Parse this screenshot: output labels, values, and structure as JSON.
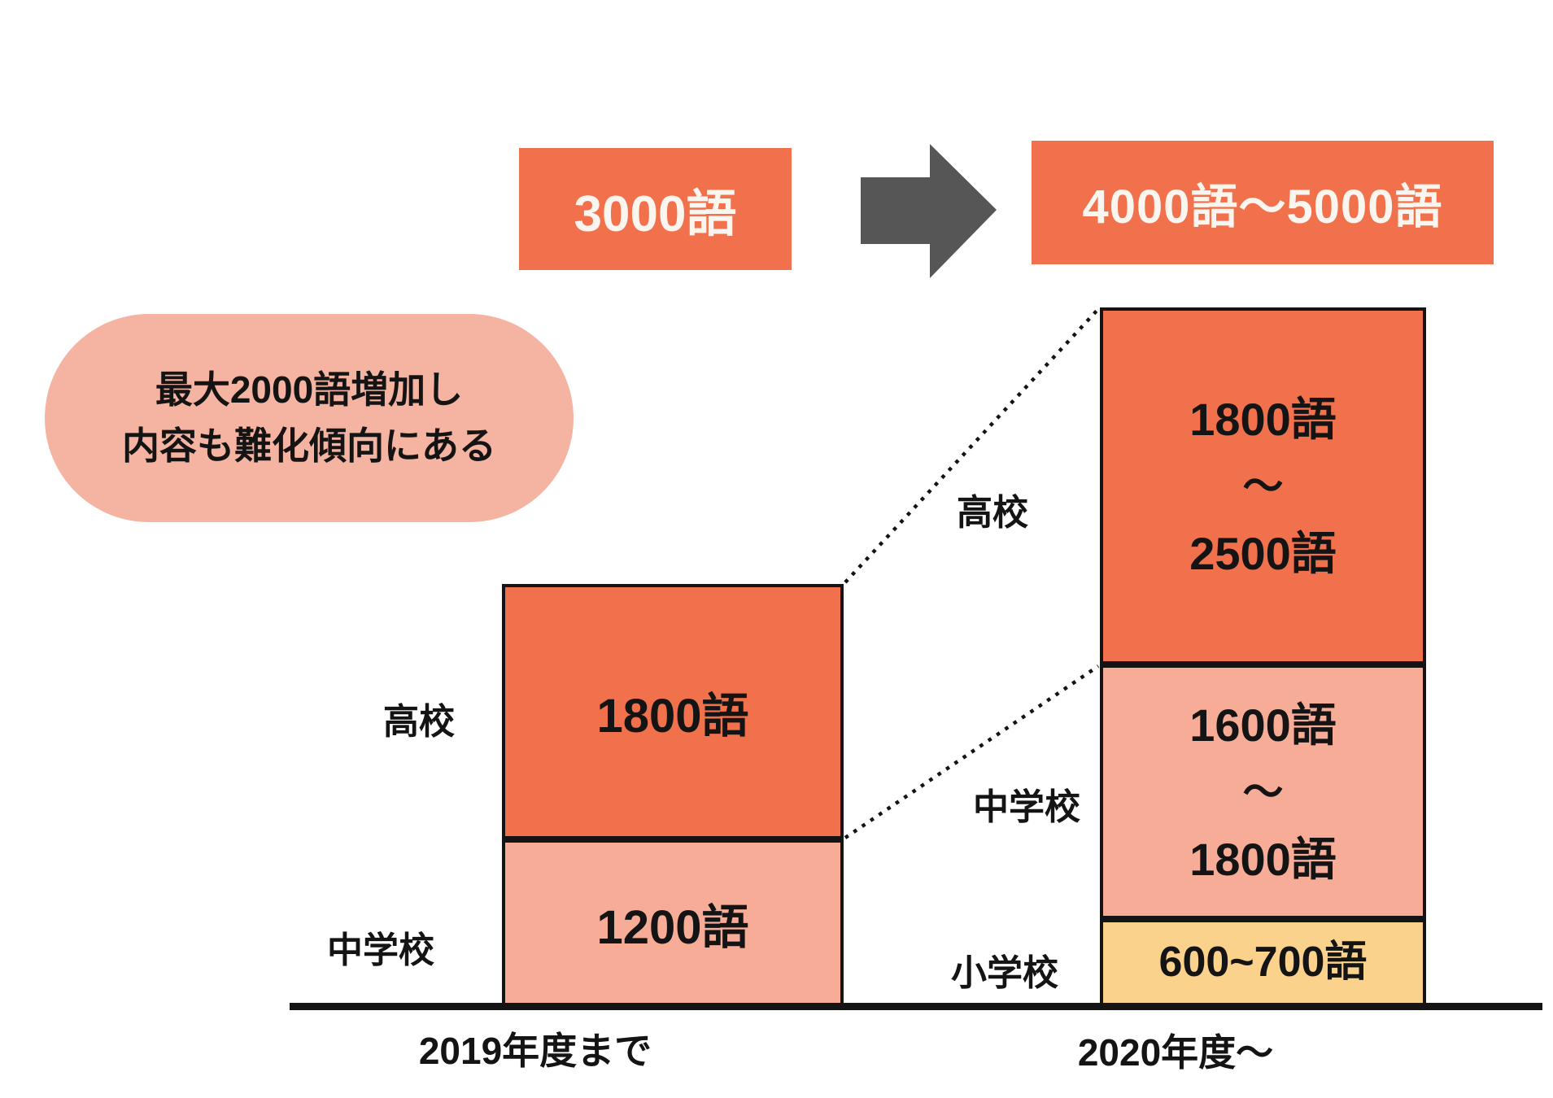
{
  "colors": {
    "accent_orange": "#F0714B",
    "light_salmon": "#F7AC97",
    "callout_pink": "#F5B3A1",
    "elementary_yellow": "#FBD28C",
    "arrow_gray": "#565656",
    "ink_black": "#141414",
    "box_text_white": "#FBF5EF"
  },
  "top_flow": {
    "before_box": {
      "label": "3000語"
    },
    "arrow": "right-arrow",
    "after_box": {
      "label": "4000語〜5000語"
    }
  },
  "callout": {
    "line1": "最大2000語増加し",
    "line2": "内容も難化傾向にある"
  },
  "left_chart": {
    "axis_label": "2019年度まで",
    "segments": [
      {
        "school": "高校",
        "value": "1800語"
      },
      {
        "school": "中学校",
        "value": "1200語"
      }
    ]
  },
  "right_chart": {
    "axis_label": "2020年度〜",
    "segments": [
      {
        "school": "高校",
        "lines": [
          "1800語",
          "〜",
          "2500語"
        ]
      },
      {
        "school": "中学校",
        "lines": [
          "1600語",
          "〜",
          "1800語"
        ]
      },
      {
        "school": "小学校",
        "lines": [
          "600~700語"
        ]
      }
    ]
  },
  "chart_data": {
    "type": "bar",
    "stacked": true,
    "unit": "語",
    "categories": [
      "2019年度まで",
      "2020年度〜"
    ],
    "series": [
      {
        "name": "高校",
        "values": [
          [
            1800,
            1800
          ],
          [
            1800,
            2500
          ]
        ],
        "labels": [
          "1800語",
          "1800語〜2500語"
        ]
      },
      {
        "name": "中学校",
        "values": [
          [
            1200,
            1200
          ],
          [
            1600,
            1800
          ]
        ],
        "labels": [
          "1200語",
          "1600語〜1800語"
        ]
      },
      {
        "name": "小学校",
        "values": [
          [
            0,
            0
          ],
          [
            600,
            700
          ]
        ],
        "labels": [
          "",
          "600~700語"
        ]
      }
    ],
    "totals": {
      "2019年度まで": "3000語",
      "2020年度〜": "4000語〜5000語"
    },
    "annotation": "最大2000語増加し 内容も難化傾向にある",
    "ylim": [
      0,
      2600
    ],
    "legend": "none",
    "grid": false,
    "connectors": "dotted lines from 2019 bar top and segment divider to 2020 bar"
  }
}
